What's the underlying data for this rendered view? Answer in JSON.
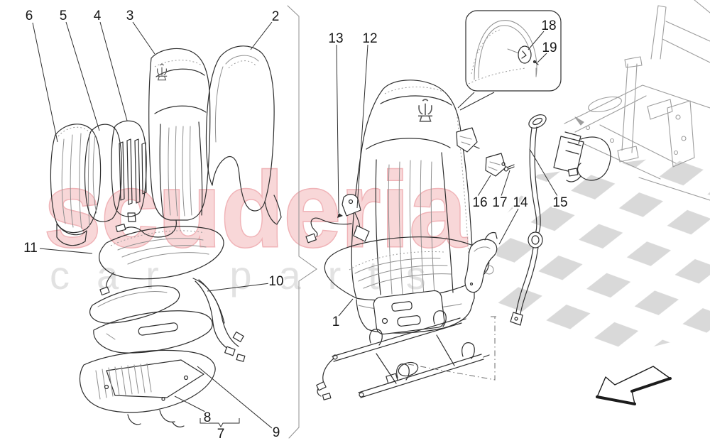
{
  "document": {
    "type": "parts-exploded-diagram",
    "subject": "front seats: seat back, cushion, rails and seat-belt components"
  },
  "callouts": {
    "c1": "1",
    "c2": "2",
    "c3": "3",
    "c4": "4",
    "c5": "5",
    "c6": "6",
    "c7": "7",
    "c8": "8",
    "c9": "9",
    "c10": "10",
    "c11": "11",
    "c12": "12",
    "c13": "13",
    "c14": "14",
    "c15": "15",
    "c16": "16",
    "c17": "17",
    "c18": "18",
    "c19": "19"
  },
  "watermark": {
    "brand_text": "scuderia",
    "tagline_text": "car parts"
  },
  "colors": {
    "brand_fill": "#f8d7d8",
    "brand_stroke": "#f0b3b7",
    "tagline_gray": "#e2e2e2",
    "checker_gray": "#d9d9d9",
    "line_dark": "#2e2e2e",
    "line_light": "#9d9d9d"
  },
  "icons": {
    "logo": "maserati-trident-icon",
    "flag": "checkered-flag-pattern",
    "direction": "arrow-down-left-icon"
  }
}
